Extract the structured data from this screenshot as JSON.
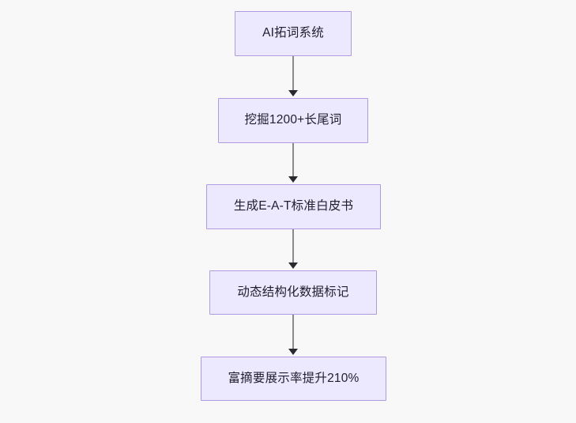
{
  "diagram": {
    "type": "flowchart",
    "direction": "top-to-bottom",
    "background_color": "#f8f8f9",
    "node_fill_color": "#ece8fd",
    "node_border_color": "#b09ae0",
    "node_text_color": "#20202e",
    "edge_color": "#888a8d",
    "arrowhead_color": "#2a2a2e",
    "nodes": [
      {
        "id": "node-0",
        "label": "AI拓词系统"
      },
      {
        "id": "node-1",
        "label": "挖掘1200+长尾词"
      },
      {
        "id": "node-2",
        "label": "生成E-A-T标准白皮书"
      },
      {
        "id": "node-3",
        "label": "动态结构化数据标记"
      },
      {
        "id": "node-4",
        "label": "富摘要展示率提升210%"
      }
    ],
    "edges": [
      {
        "id": "edge-0",
        "from": "node-0",
        "to": "node-1"
      },
      {
        "id": "edge-1",
        "from": "node-1",
        "to": "node-2"
      },
      {
        "id": "edge-2",
        "from": "node-2",
        "to": "node-3"
      },
      {
        "id": "edge-3",
        "from": "node-3",
        "to": "node-4"
      }
    ]
  }
}
